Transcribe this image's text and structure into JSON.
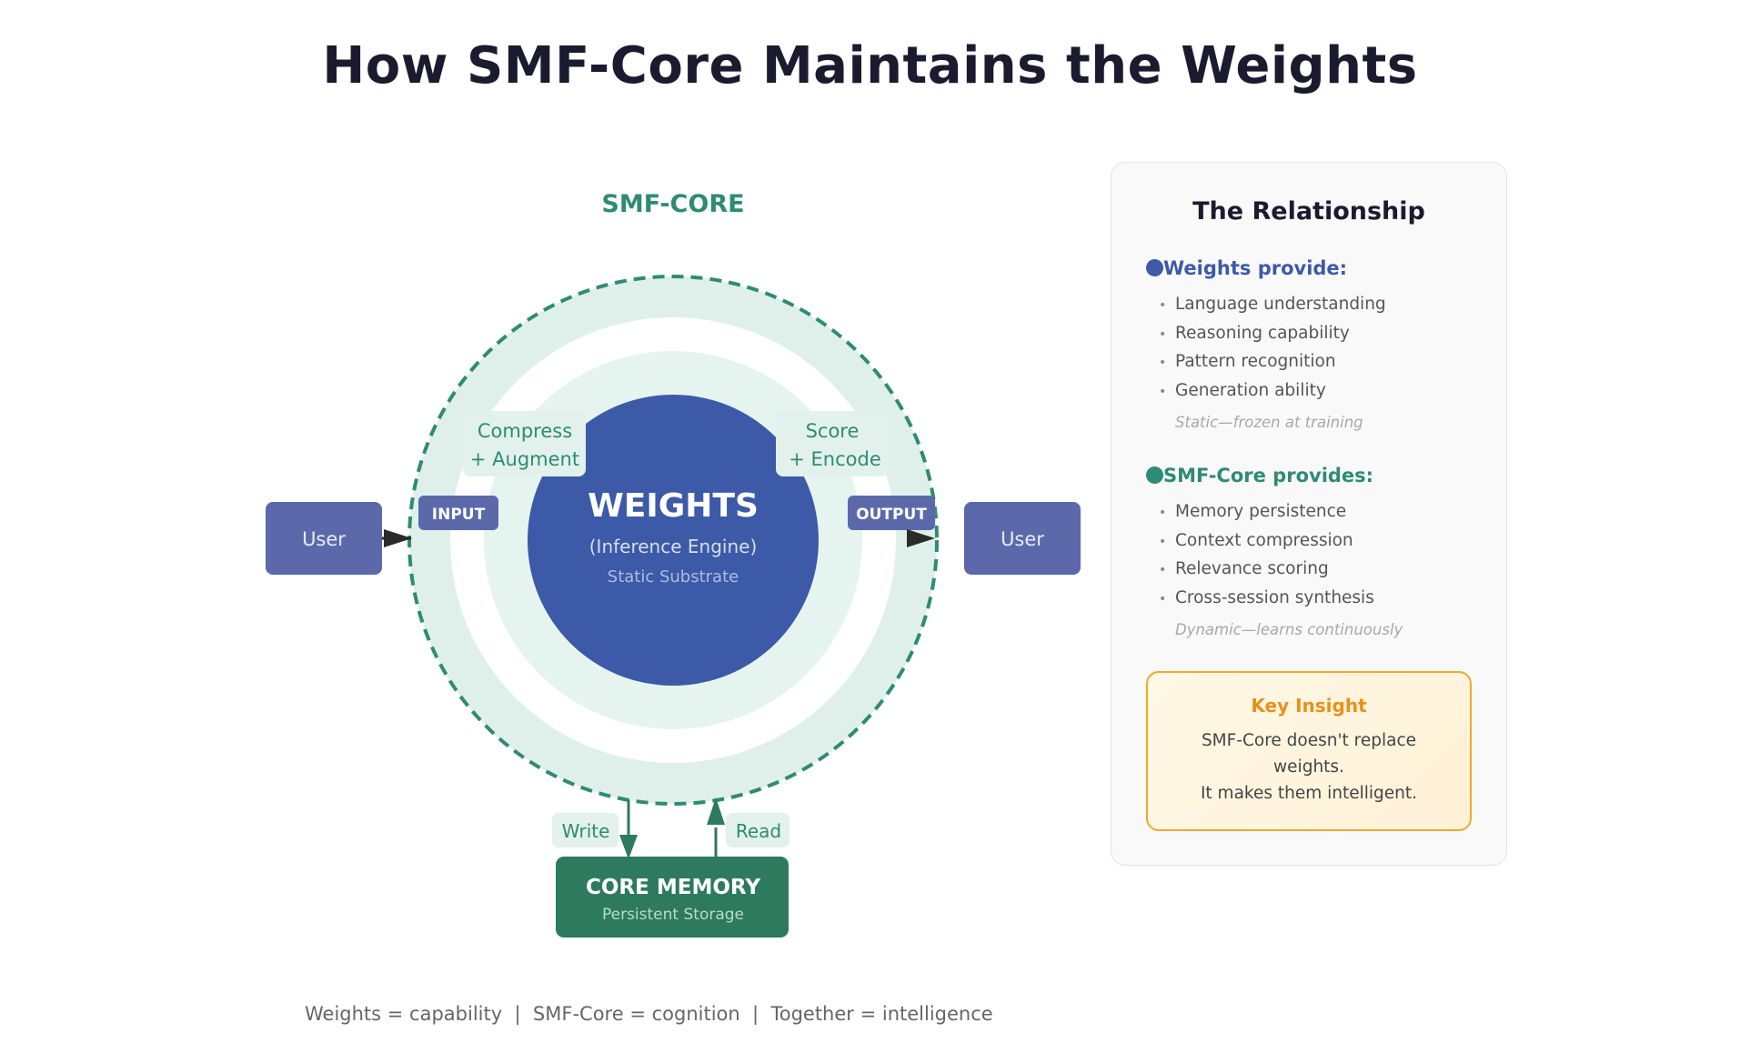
{
  "title": "How SMF-Core Maintains the Weights",
  "diagram": {
    "ring_label": "SMF-CORE",
    "core": {
      "title": "WEIGHTS",
      "subtitle": "(Inference Engine)",
      "caption": "Static Substrate"
    },
    "left_process": {
      "line1": "Compress",
      "line2": "+ Augment"
    },
    "right_process": {
      "line1": "Score",
      "line2": "+ Encode"
    },
    "input_badge": "INPUT",
    "output_badge": "OUTPUT",
    "user_left": "User",
    "user_right": "User",
    "write_label": "Write",
    "read_label": "Read",
    "memory": {
      "title": "CORE MEMORY",
      "subtitle": "Persistent Storage"
    },
    "colors": {
      "teal": "#2e8b74",
      "teal_dark": "#2d7a5e",
      "ring_fill": "#dff0ea",
      "inner_ring_fill": "#e6f4ef",
      "core_blue": "#3c5aa8",
      "user_box": "#5b69ab",
      "arrow_dark": "#2b2b2b"
    }
  },
  "panel": {
    "title": "The Relationship",
    "weights": {
      "heading": "Weights provide:",
      "color": "#3c5aa8",
      "items": [
        "Language understanding",
        "Reasoning capability",
        "Pattern recognition",
        "Generation ability"
      ],
      "note": "Static—frozen at training"
    },
    "smf": {
      "heading": "SMF-Core provides:",
      "color": "#2e8b74",
      "items": [
        "Memory persistence",
        "Context compression",
        "Relevance scoring",
        "Cross-session synthesis"
      ],
      "note": "Dynamic—learns continuously"
    },
    "insight": {
      "title": "Key Insight",
      "line1": "SMF-Core doesn't replace weights.",
      "line2": "It makes them intelligent."
    }
  },
  "footer": "Weights = capability  |  SMF-Core = cognition  |  Together = intelligence"
}
